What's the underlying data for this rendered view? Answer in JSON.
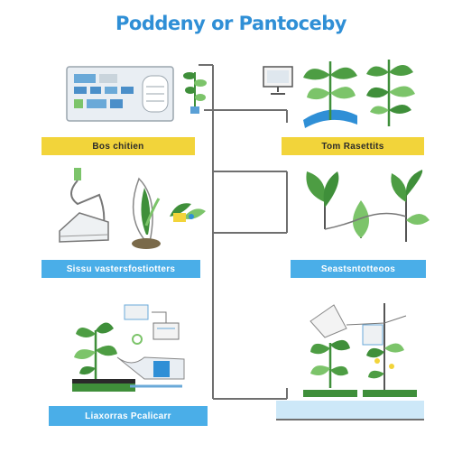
{
  "title": "Poddeny or Pantoceby",
  "colors": {
    "title": "#2f8fd6",
    "yellow_banner": "#f2d43a",
    "blue_banner": "#4aaee8",
    "leaf_dark": "#3f8f3a",
    "leaf_light": "#7cc46a",
    "connector": "#6f6f6f"
  },
  "captions": {
    "row1_left": "Bos chitien",
    "row1_right": "Tom Rasettits",
    "row2_left": "Sissu vastersfostiotters",
    "row2_right": "Seastsntotteoos",
    "row3_left": "Liaxorras Pcalicarr",
    "row3_right": ""
  },
  "icons": [
    "control-panel-icon",
    "potted-plant-icon",
    "computer-monitor-icon",
    "leafy-plant-icon",
    "watering-machine-icon",
    "seedling-icon",
    "plant-pot-icon",
    "small-tree-icon",
    "greenhouse-bed-icon"
  ]
}
